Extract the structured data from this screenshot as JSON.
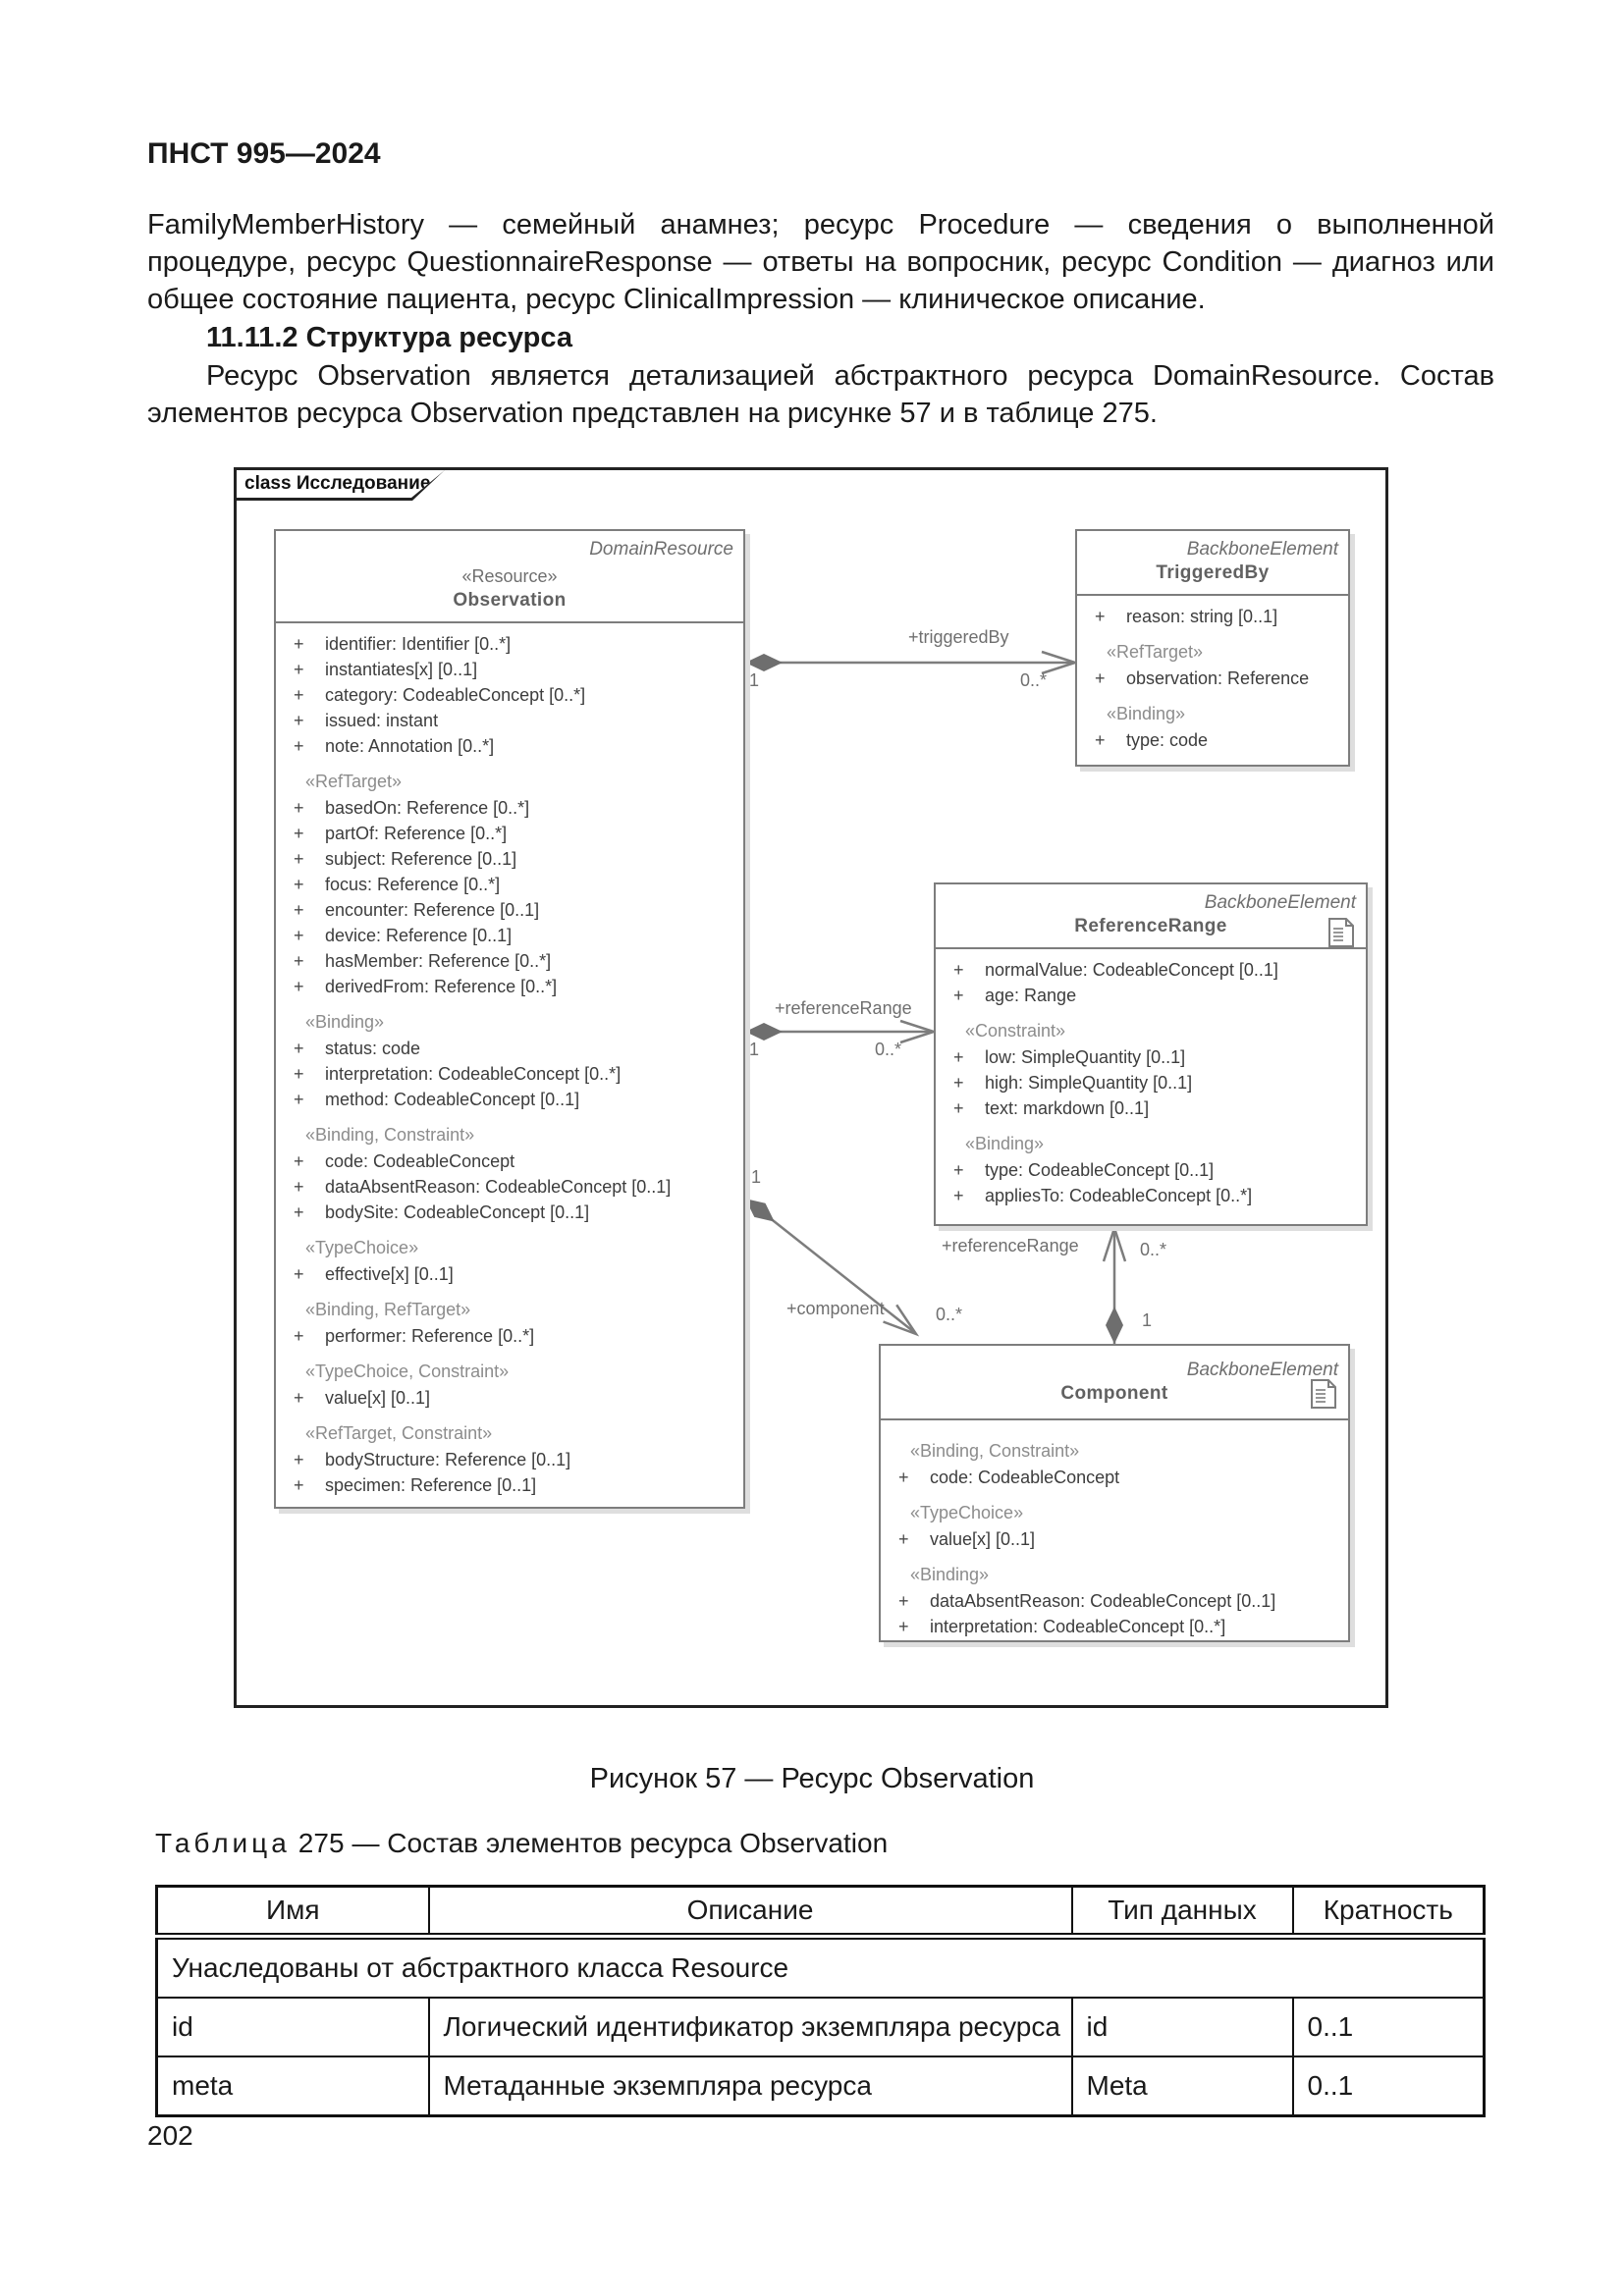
{
  "page": {
    "header": "ПНСТ 995—2024",
    "page_number": "202"
  },
  "doc": {
    "para1": "FamilyMemberHistory — семейный анамнез; ресурс Procedure — сведения о выполненной процедуре, ресурс QuestionnaireResponse — ответы на вопросник, ресурс Condition — диагноз или общее состояние пациента, ресурс ClinicalImpression — клиническое описание.",
    "heading": "11.11.2 Структура ресурса",
    "para2": "Ресурс Observation является детализацией абстрактного ресурса DomainResource. Состав элементов ресурса Observation представлен на рисунке 57 и в таблице 275.",
    "figure_caption": "Рисунок 57 — Ресурс Observation"
  },
  "diagram": {
    "frame_label": "class Исследование",
    "visibility_symbol": "+",
    "classes": [
      {
        "meta_type": "DomainResource",
        "stereotype": "«Resource»",
        "name": "Observation",
        "note_icon": false,
        "groups": [
          {
            "header": "",
            "attrs": [
              "identifier: Identifier [0..*]",
              "instantiates[x] [0..1]",
              "category: CodeableConcept [0..*]",
              "issued: instant",
              "note: Annotation [0..*]"
            ]
          },
          {
            "header": "«RefTarget»",
            "attrs": [
              "basedOn: Reference [0..*]",
              "partOf: Reference [0..*]",
              "subject: Reference [0..1]",
              "focus: Reference [0..*]",
              "encounter: Reference [0..1]",
              "device: Reference [0..1]",
              "hasMember: Reference [0..*]",
              "derivedFrom: Reference [0..*]"
            ]
          },
          {
            "header": "«Binding»",
            "attrs": [
              "status: code",
              "interpretation: CodeableConcept [0..*]",
              "method: CodeableConcept [0..1]"
            ]
          },
          {
            "header": "«Binding, Constraint»",
            "attrs": [
              "code: CodeableConcept",
              "dataAbsentReason: CodeableConcept [0..1]",
              "bodySite: CodeableConcept [0..1]"
            ]
          },
          {
            "header": "«TypeChoice»",
            "attrs": [
              "effective[x] [0..1]"
            ]
          },
          {
            "header": "«Binding, RefTarget»",
            "attrs": [
              "performer: Reference [0..*]"
            ]
          },
          {
            "header": "«TypeChoice, Constraint»",
            "attrs": [
              "value[x] [0..1]"
            ]
          },
          {
            "header": "«RefTarget, Constraint»",
            "attrs": [
              "bodyStructure: Reference [0..1]",
              "specimen: Reference [0..1]"
            ]
          }
        ]
      },
      {
        "meta_type": "BackboneElement",
        "stereotype": "",
        "name": "TriggeredBy",
        "note_icon": false,
        "groups": [
          {
            "header": "",
            "attrs": [
              "reason: string [0..1]"
            ]
          },
          {
            "header": "«RefTarget»",
            "attrs": [
              "observation: Reference"
            ]
          },
          {
            "header": "«Binding»",
            "attrs": [
              "type: code"
            ]
          }
        ]
      },
      {
        "meta_type": "BackboneElement",
        "stereotype": "",
        "name": "ReferenceRange",
        "note_icon": true,
        "groups": [
          {
            "header": "",
            "attrs": [
              "normalValue: CodeableConcept [0..1]",
              "age: Range"
            ]
          },
          {
            "header": "«Constraint»",
            "attrs": [
              "low: SimpleQuantity [0..1]",
              "high: SimpleQuantity [0..1]",
              "text: markdown [0..1]"
            ]
          },
          {
            "header": "«Binding»",
            "attrs": [
              "type: CodeableConcept [0..1]",
              "appliesTo: CodeableConcept [0..*]"
            ]
          }
        ]
      },
      {
        "meta_type": "BackboneElement",
        "stereotype": "",
        "name": "Component",
        "note_icon": true,
        "groups": [
          {
            "header": "«Binding, Constraint»",
            "attrs": [
              "code: CodeableConcept"
            ]
          },
          {
            "header": "«TypeChoice»",
            "attrs": [
              "value[x] [0..1]"
            ]
          },
          {
            "header": "«Binding»",
            "attrs": [
              "dataAbsentReason: CodeableConcept [0..1]",
              "interpretation: CodeableConcept [0..*]"
            ]
          }
        ]
      }
    ],
    "connectors": {
      "triggeredBy": {
        "label": "+triggeredBy",
        "source_mult": "1",
        "target_mult": "0..*"
      },
      "referenceRange": {
        "label": "+referenceRange",
        "source_mult": "1",
        "target_mult": "0..*"
      },
      "component": {
        "label": "+component",
        "source_mult": "1",
        "target_mult": "0..*"
      },
      "rrComponent": {
        "label": "+referenceRange",
        "source_mult": "1",
        "target_mult": "0..*"
      }
    }
  },
  "table": {
    "caption_label": "Таблица",
    "caption_number": "275",
    "caption_text": "— Состав элементов ресурса Observation",
    "headers": [
      "Имя",
      "Описание",
      "Тип данных",
      "Кратность"
    ],
    "section_row": "Унаследованы от абстрактного класса Resource",
    "rows": [
      {
        "name": "id",
        "description": "Логический идентификатор экземпляра ресурса",
        "type": "id",
        "card": "0..1"
      },
      {
        "name": "meta",
        "description": "Метаданные экземпляра ресурса",
        "type": "Meta",
        "card": "0..1"
      }
    ]
  }
}
